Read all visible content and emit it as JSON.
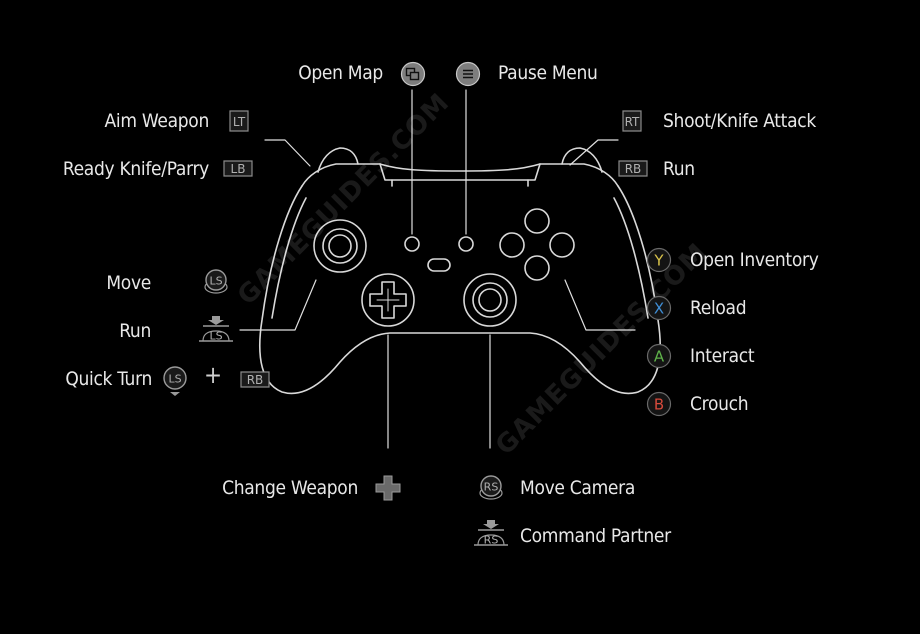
{
  "labels": {
    "open_map": "Open Map",
    "pause_menu": "Pause Menu",
    "aim_weapon": "Aim Weapon",
    "ready_knife": "Ready Knife/Parry",
    "shoot_knife": "Shoot/Knife Attack",
    "run_rb": "Run",
    "move": "Move",
    "run_ls": "Run",
    "quick_turn": "Quick Turn",
    "open_inventory": "Open Inventory",
    "reload": "Reload",
    "interact": "Interact",
    "crouch": "Crouch",
    "change_weapon": "Change Weapon",
    "move_camera": "Move Camera",
    "command_partner": "Command Partner"
  },
  "icons": {
    "lt": "LT",
    "lb": "LB",
    "rt": "RT",
    "rb": "RB",
    "rb2": "RB",
    "ls": "LS",
    "ls_press": "LS",
    "ls_turn": "LS",
    "rs": "RS",
    "rs_press": "RS",
    "y": "Y",
    "x": "X",
    "a": "A",
    "b": "B",
    "plus": "+"
  },
  "watermark": [
    "GAMEGUIDES.COM",
    "GAMEGUIDES.COM",
    "GAMEGUIDES.COM"
  ],
  "colors": {
    "background": "#000000",
    "text": "#e8e8e8",
    "outline": "#d9d9d9",
    "icon_gray": "#9a9a9a",
    "y_button": "#d8c24a",
    "x_button": "#3f8ed6",
    "a_button": "#5fb34a",
    "b_button": "#d64a3c"
  }
}
